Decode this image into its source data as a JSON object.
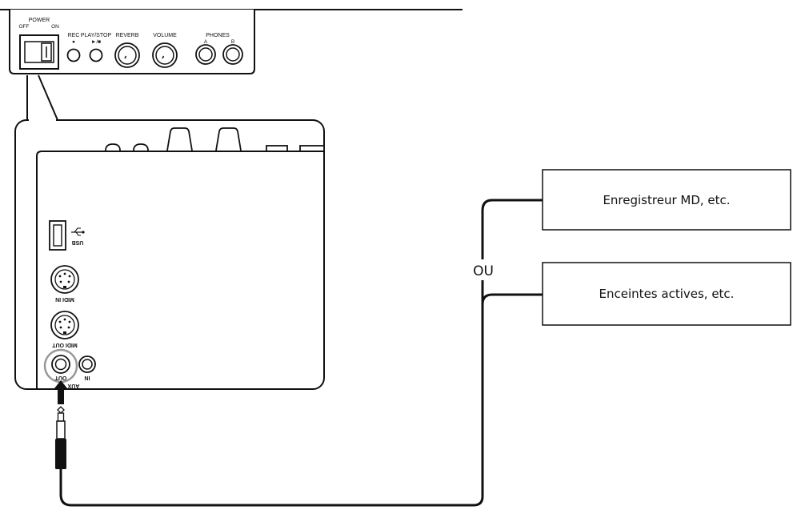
{
  "top_panel": {
    "power": "POWER",
    "off": "OFF",
    "on": "ON",
    "rec": "REC",
    "rec_symbol": "●",
    "play_stop": "PLAY/STOP",
    "play_stop_symbol": "►/■",
    "reverb": "REVERB",
    "volume": "VOLUME",
    "phones": "PHONES",
    "phones_a": "A",
    "phones_b": "B"
  },
  "side_panel": {
    "usb": "USB",
    "midi_in": "MIDI IN",
    "midi_out": "MIDI OUT",
    "aux": "AUX",
    "out": "OUT",
    "in": "IN"
  },
  "devices": {
    "box1": "Enregistreur MD, etc.",
    "box2": "Enceintes actives, etc.",
    "or_label": "OU"
  }
}
